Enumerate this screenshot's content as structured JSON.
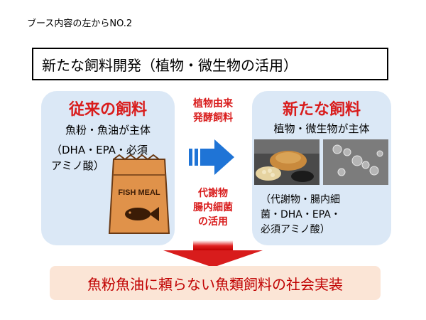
{
  "header": "ブース内容の左からNO.2",
  "title": "新たな飼料開発（植物・微生物の活用）",
  "left_panel": {
    "title": "従来の飼料",
    "line1": "魚粉・魚油が主体",
    "line2": "（DHA・EPA・必須",
    "line3": "アミノ酸）",
    "bag_label": "FISH MEAL"
  },
  "middle": {
    "top_line1": "植物由来",
    "top_line2": "発酵飼料",
    "bottom_line1": "代謝物",
    "bottom_line2": "腸内細菌",
    "bottom_line3": "の活用"
  },
  "right_panel": {
    "title": "新たな飼料",
    "line1": "植物・微生物が主体",
    "note1": "（代謝物・腸内細",
    "note2": "菌・DHA・EPA・",
    "note3": "必須アミノ酸）"
  },
  "bottom_text": "魚粉魚油に頼らない魚類飼料の社会実装",
  "colors": {
    "accent_red": "#d91d1d",
    "panel_blue": "#dbe8f6",
    "arrow_blue": "#1f74d6",
    "result_bg": "#fbe5d6"
  }
}
